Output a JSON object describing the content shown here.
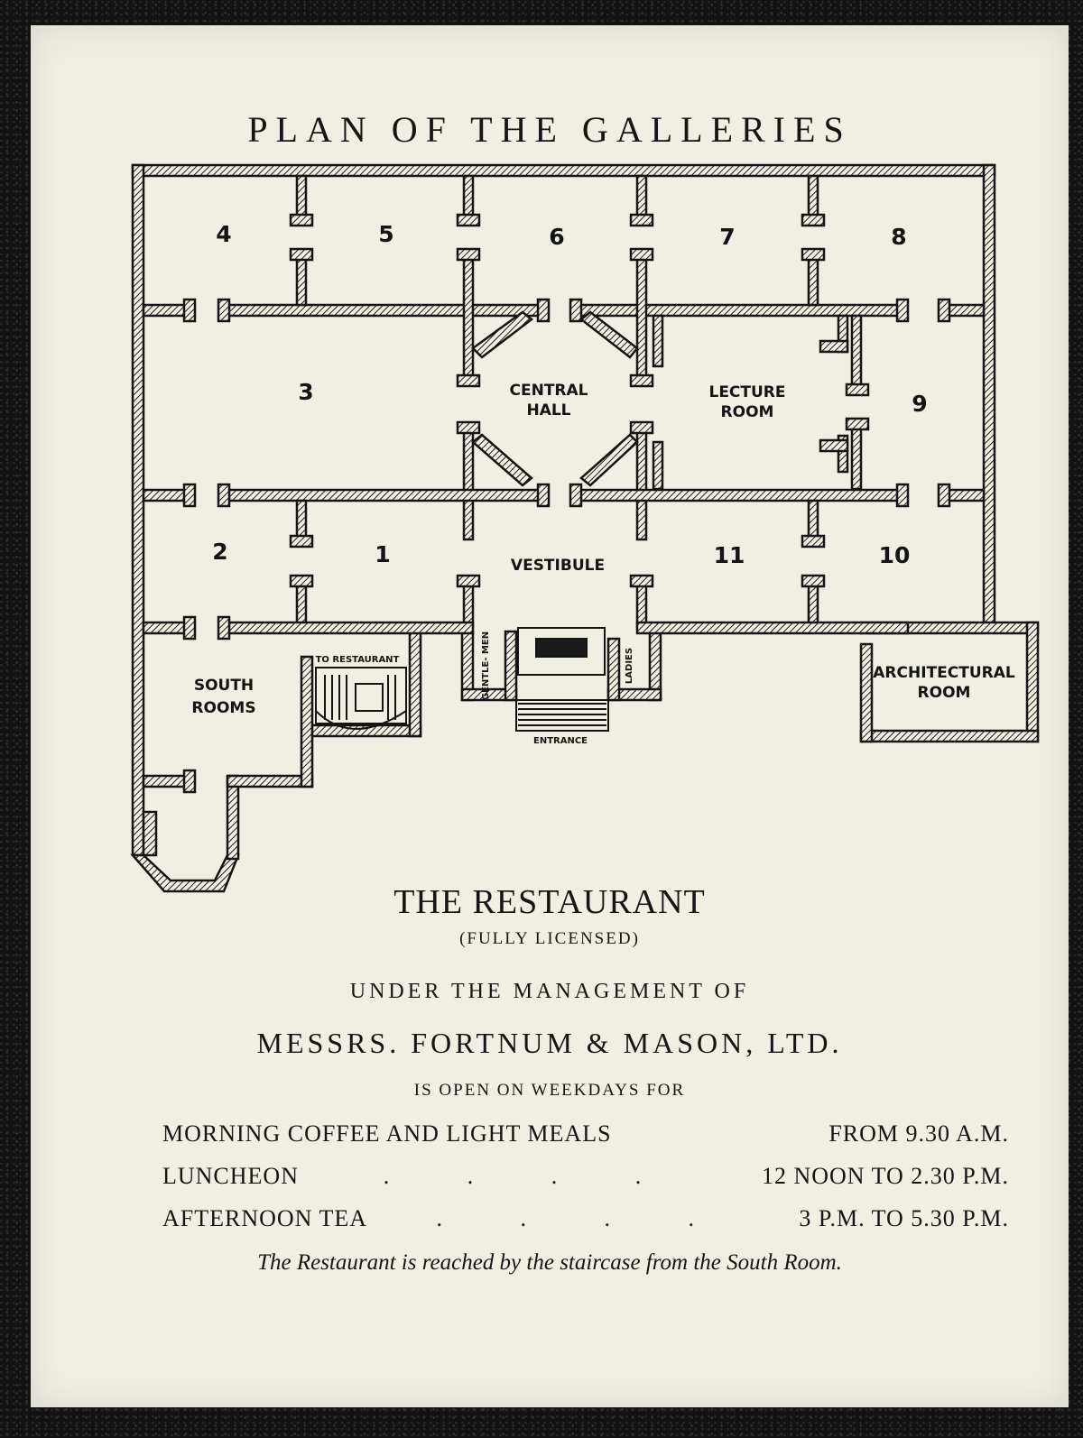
{
  "page": {
    "title": "PLAN OF THE GALLERIES"
  },
  "plan": {
    "rooms": {
      "r1": "1",
      "r2": "2",
      "r3": "3",
      "r4": "4",
      "r5": "5",
      "r6": "6",
      "r7": "7",
      "r8": "8",
      "r9": "9",
      "r10": "10",
      "r11": "11",
      "central_hall_1": "CENTRAL",
      "central_hall_2": "HALL",
      "lecture_room_1": "LECTURE",
      "lecture_room_2": "ROOM",
      "vestibule": "VESTIBULE",
      "south_rooms_1": "SOUTH",
      "south_rooms_2": "ROOMS",
      "architectural_room_1": "ARCHITECTURAL",
      "architectural_room_2": "ROOM",
      "to_restaurant": "TO RESTAURANT",
      "gentlemen": "GENTLE- MEN",
      "ladies": "LADIES",
      "entrance": "ENTRANCE"
    }
  },
  "restaurant": {
    "title": "THE RESTAURANT",
    "licensed": "(FULLY LICENSED)",
    "management": "UNDER THE MANAGEMENT OF",
    "company": "MESSRS. FORTNUM & MASON, LTD.",
    "open": "IS OPEN ON WEEKDAYS FOR",
    "hours": [
      {
        "meal": "MORNING COFFEE AND LIGHT MEALS",
        "dots": "",
        "time": "FROM 9.30 A.M."
      },
      {
        "meal": "LUNCHEON",
        "dots": ". . . .",
        "time": "12 NOON TO 2.30 P.M."
      },
      {
        "meal": "AFTERNOON TEA",
        "dots": ". . . .",
        "time": "3 P.M. TO 5.30 P.M."
      }
    ],
    "note": "The Restaurant is reached by the staircase from the South Room."
  }
}
